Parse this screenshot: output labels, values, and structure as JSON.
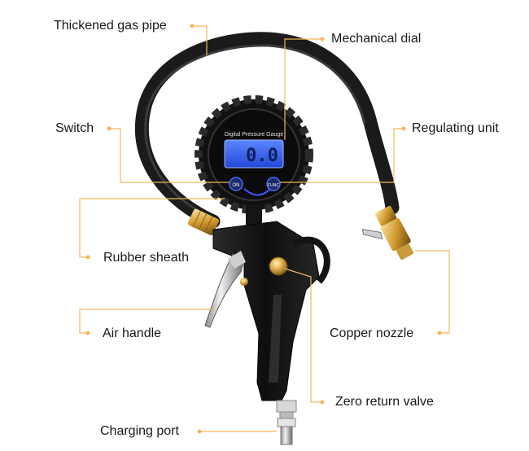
{
  "diagram": {
    "gauge_title": "Digital Pressure Gauge",
    "lcd_reading": "0.0",
    "on_button": "ON",
    "func_button": "FUNC",
    "labels": {
      "thickened_gas_pipe": "Thickened gas pipe",
      "mechanical_dial": "Mechanical dial",
      "switch": "Switch",
      "regulating_unit": "Regulating unit",
      "rubber_sheath": "Rubber sheath",
      "air_handle": "Air handle",
      "copper_nozzle": "Copper nozzle",
      "zero_return_valve": "Zero return valve",
      "charging_port": "Charging port"
    },
    "colors": {
      "leader": "#f4b75a",
      "lcd": "#3a6dff",
      "body": "#141414",
      "brass": "#d9a43a"
    }
  }
}
